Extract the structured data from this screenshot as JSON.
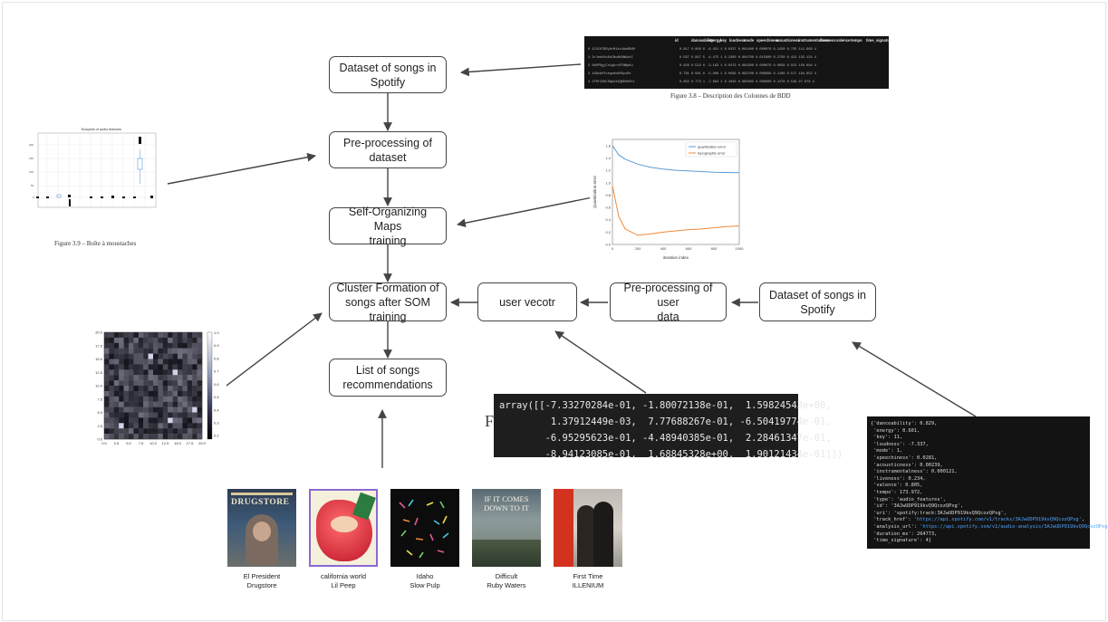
{
  "nodes": {
    "dataset_spotify_top": "Dataset of songs in\nSpotify",
    "preprocessing_dataset": "Pre-processing of dataset",
    "som_training": "Self-Organizing Maps\ntraining",
    "cluster_formation": "Cluster Formation of\nsongs after SOM training",
    "list_recommendations": "List of songs\nrecommendations",
    "user_vector": "user vecotr",
    "preprocessing_user": "Pre-processing of user\ndata",
    "dataset_spotify_right": "Dataset of songs in\nSpotify"
  },
  "dataset_table": {
    "columns": [
      "id",
      "danceability",
      "energy",
      "key",
      "loudness",
      "mode",
      "speechiness",
      "acousticness",
      "instrumentalness",
      "liveness",
      "valence",
      "tempo",
      "time_signature"
    ],
    "caption": "Figure 3.8 – Description des Colonnes de BDD"
  },
  "boxplot": {
    "title": "Boxplots of audio features",
    "caption": "Figure 3.9 – Boîte à moustaches"
  },
  "error_chart": {
    "legend": [
      "quantization error",
      "topographic error"
    ],
    "xlabel": "iteration index",
    "ylabel": "Quantization error",
    "x_ticks": [
      "0",
      "200",
      "400",
      "600",
      "800",
      "1000"
    ],
    "y_ticks": [
      "0.0",
      "0.2",
      "0.4",
      "0.6",
      "0.8",
      "1.0",
      "1.2",
      "1.4",
      "1.6"
    ],
    "colors": {
      "quantization": "#5b9bd5",
      "topographic": "#f08a3a"
    }
  },
  "chart_data": [
    {
      "type": "line",
      "title": "",
      "xlabel": "iteration index",
      "ylabel": "Quantization error",
      "xlim": [
        0,
        1000
      ],
      "ylim": [
        0,
        1.7
      ],
      "series": [
        {
          "name": "quantization error",
          "x": [
            0,
            50,
            100,
            200,
            300,
            400,
            500,
            600,
            700,
            800,
            900,
            1000
          ],
          "values": [
            1.6,
            1.45,
            1.38,
            1.3,
            1.25,
            1.22,
            1.2,
            1.19,
            1.18,
            1.17,
            1.165,
            1.16
          ]
        },
        {
          "name": "topographic error",
          "x": [
            0,
            50,
            100,
            200,
            300,
            400,
            500,
            600,
            700,
            800,
            900,
            1000
          ],
          "values": [
            0.95,
            0.45,
            0.25,
            0.15,
            0.17,
            0.2,
            0.22,
            0.24,
            0.25,
            0.27,
            0.29,
            0.3
          ]
        }
      ]
    },
    {
      "type": "heatmap",
      "title": "",
      "x_ticks": [
        "0.0",
        "2.5",
        "5.0",
        "7.5",
        "10.0",
        "12.5",
        "15.0",
        "17.5",
        "20.0"
      ],
      "y_ticks": [
        "0.0",
        "2.5",
        "5.0",
        "7.5",
        "10.0",
        "12.5",
        "15.0",
        "17.5",
        "20.0"
      ],
      "colorbar_ticks": [
        "1.0",
        "0.9",
        "0.8",
        "0.7",
        "0.6",
        "0.5",
        "0.4",
        "0.3",
        "0.2"
      ]
    }
  ],
  "code_array": "array([[-7.33270284e-01, -1.80072138e-01,  1.59824543e+00,\n         1.37912449e-03,  7.77688267e-01, -6.50419774e-01,\n        -6.95295623e-01, -4.48940385e-01,  2.28461347e-01,\n        -8.94123085e-01,  1.68845328e+00,  1.90121434e-01]])",
  "big_letter": "F",
  "json_lines": [
    "{'danceability': 0.829,",
    " 'energy': 0.601,",
    " 'key': 11,",
    " 'loudness': -7.337,",
    " 'mode': 1,",
    " 'speechiness': 0.0281,",
    " 'acousticness': 0.00239,",
    " 'instrumentalness': 0.000121,",
    " 'liveness': 0.234,",
    " 'valence': 0.805,",
    " 'tempo': 173.972,",
    " 'type': 'audio_features',",
    " 'id': '3AJwUDP919kvQ9QcozQPxg',",
    " 'uri': 'spotify:track:3AJwUDP919kvQ9QcozQPxg',",
    " 'track_href': 'https://api.spotify.com/v1/tracks/3AJwUDP919kvQ9QcozQPxg',",
    " 'analysis_url': 'https://api.spotify.com/v1/audio-analysis/3AJwUDP919kvQ9QcozQPxg',",
    " 'duration_ms': 264773,",
    " 'time_signature': 4}"
  ],
  "albums": [
    {
      "title": "El President",
      "artist": "Drugstore",
      "cover_text": "DRUGSTORE"
    },
    {
      "title": "california world",
      "artist": "Lil Peep",
      "cover_text": ""
    },
    {
      "title": "Idaho",
      "artist": "Slow Pulp",
      "cover_text": ""
    },
    {
      "title": "Difficult",
      "artist": "Ruby Waters",
      "cover_text": "IF IT COMES DOWN TO IT"
    },
    {
      "title": "First Time",
      "artist": "ILLENIUM",
      "cover_text": ""
    }
  ]
}
